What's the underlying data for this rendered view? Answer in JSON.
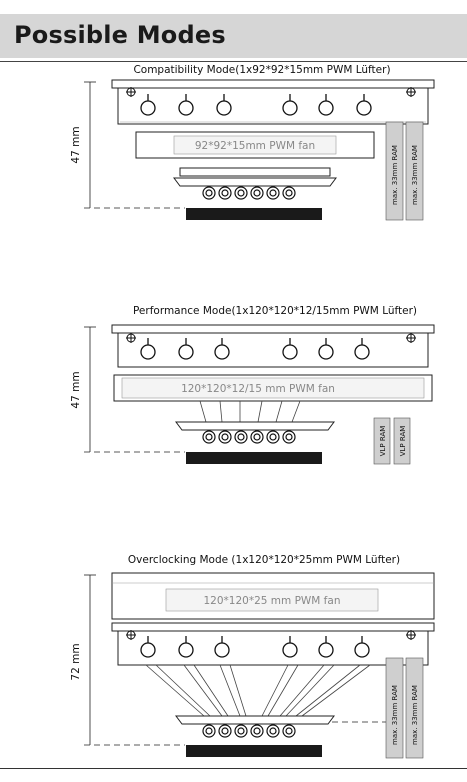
{
  "header": {
    "title": "Possible Modes"
  },
  "modes": [
    {
      "title": "Compatibility Mode(1x92*92*15mm PWM Lüfter)",
      "height": "47 mm",
      "fan": "92*92*15mm PWM fan",
      "ram": [
        "max. 33mm RAM",
        "max. 33mm RAM"
      ]
    },
    {
      "title": "Performance Mode(1x120*120*12/15mm PWM Lüfter)",
      "height": "47 mm",
      "fan": "120*120*12/15 mm PWM fan",
      "ram": [
        "VLP RAM",
        "VLP RAM"
      ]
    },
    {
      "title": "Overclocking Mode (1x120*120*25mm PWM Lüfter)",
      "height": "72 mm",
      "fan": "120*120*25 mm PWM fan",
      "ram": [
        "max. 33mm RAM",
        "max. 33mm RAM"
      ]
    }
  ],
  "colors": {
    "header_bg": "#d6d6d6",
    "ram_module": "#cfcfcf",
    "base_plate": "#1a1a1a",
    "fan_text": "#888888"
  }
}
